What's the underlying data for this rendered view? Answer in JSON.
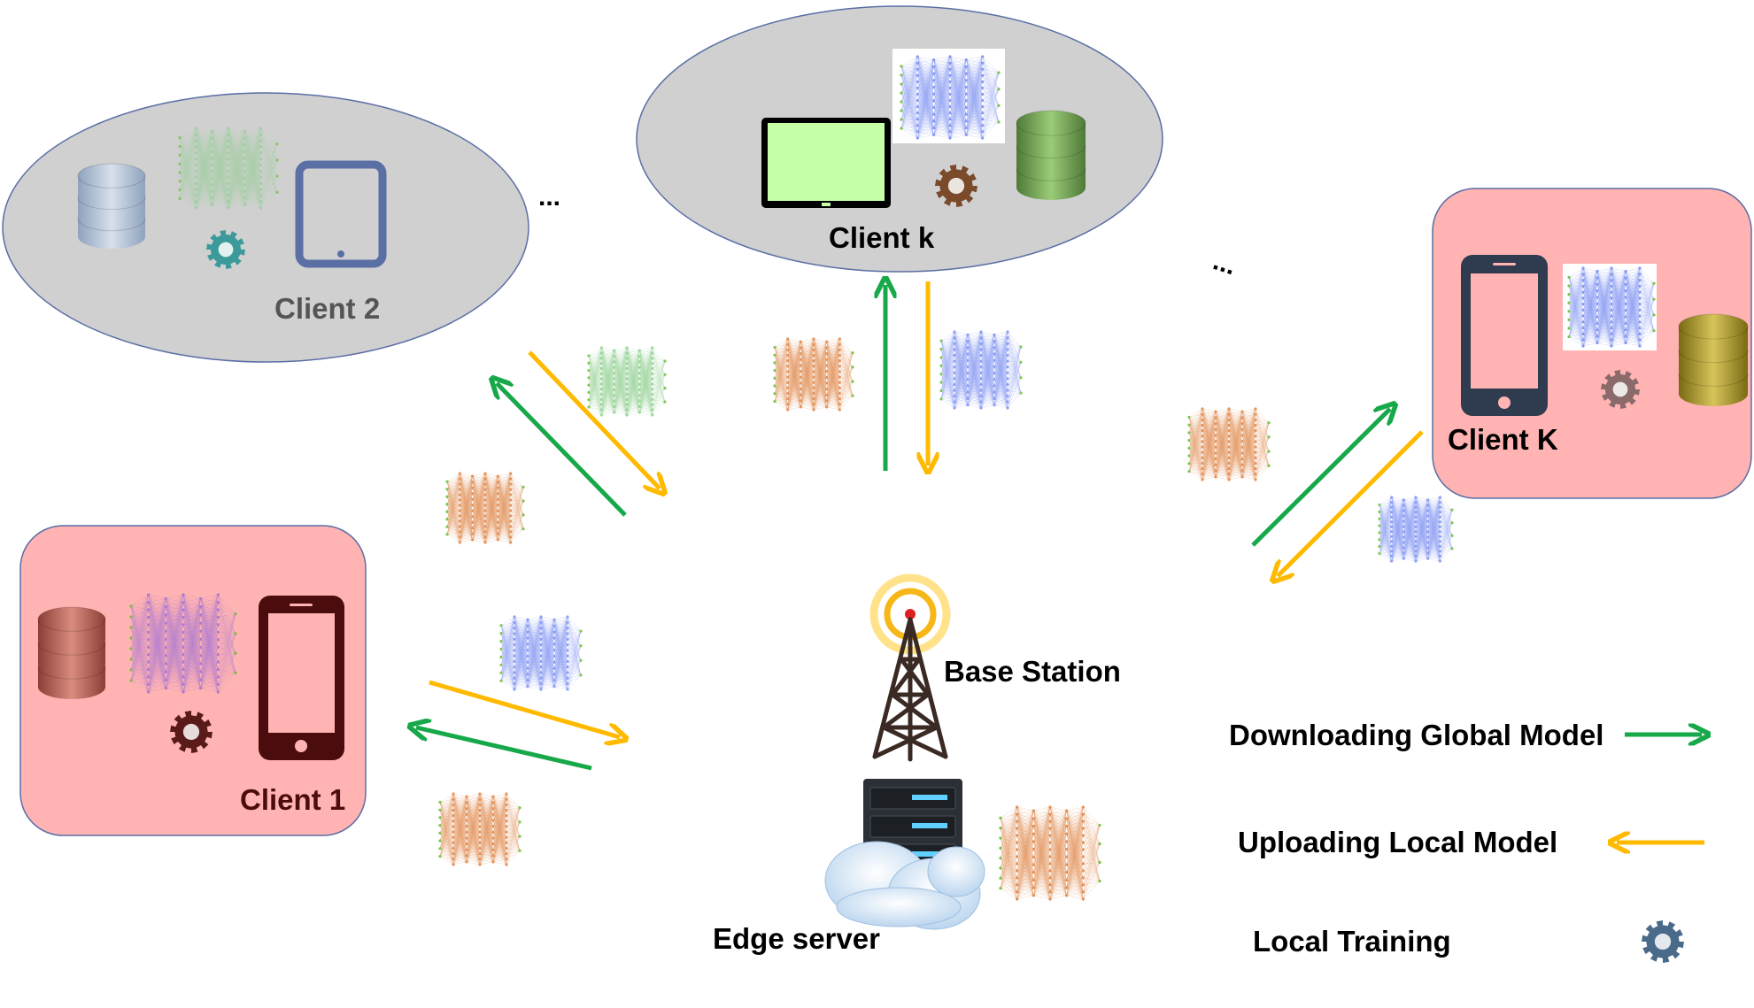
{
  "labels": {
    "client_1": "Client 1",
    "client_2": "Client 2",
    "client_k": "Client k",
    "client_K": "Client K",
    "ellipsis": "...",
    "base_station": "Base Station",
    "edge_server": "Edge server"
  },
  "legend": {
    "download": "Downloading Global Model",
    "upload": "Uploading Local Model",
    "training": "Local Training"
  },
  "colors": {
    "download_arrow": "#17a84a",
    "upload_arrow": "#ffba00",
    "pink_panel": "#ffb3b3",
    "gray_panel": "#d0d0d0",
    "panel_border": "#5b6ea5",
    "global_model": "#e08a4e",
    "client1_model": "#a374d6",
    "client2_model": "#8fcf8f",
    "clientk_model": "#7b8ff0",
    "clientK_model": "#7b8ff0"
  },
  "icons": [
    "database-icon",
    "tablet-icon",
    "phone-icon",
    "gear-icon",
    "neural-network-icon",
    "antenna-tower-icon",
    "server-rack-icon",
    "cloud-icon"
  ]
}
